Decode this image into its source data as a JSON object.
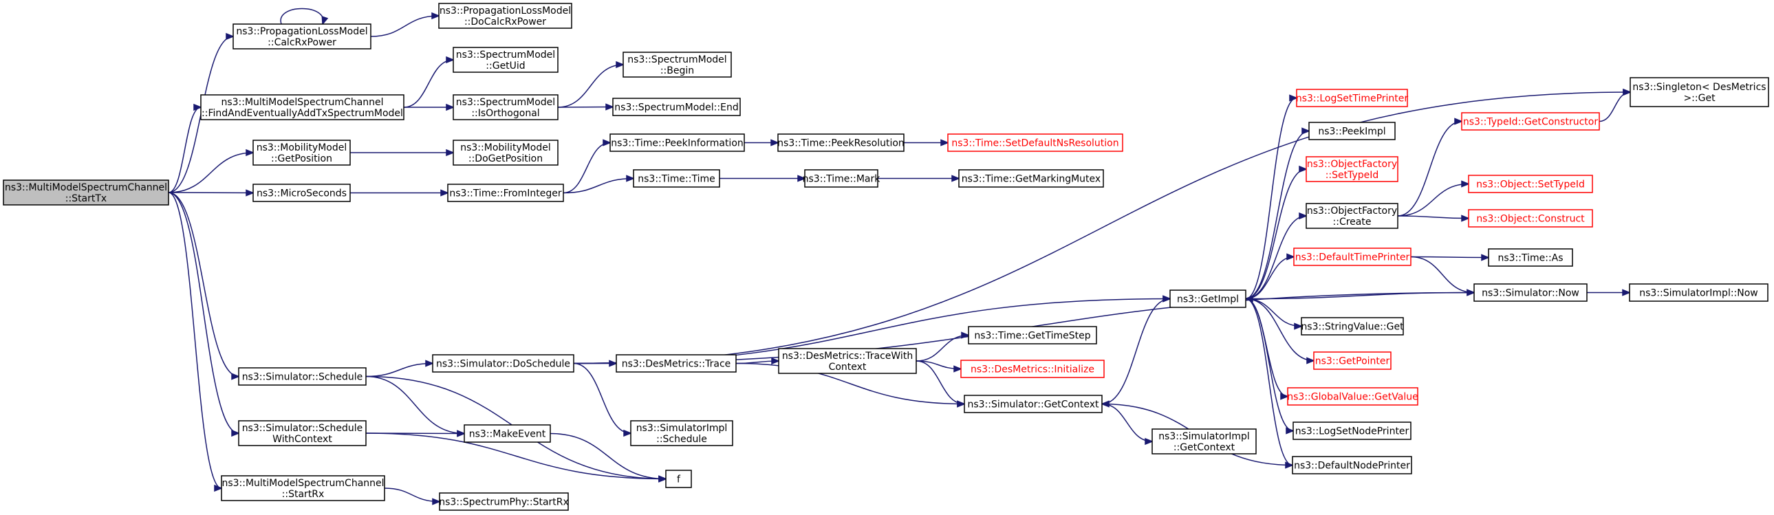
{
  "graph": {
    "kind": "call-graph",
    "nodes": [
      {
        "id": "startTx",
        "lines": [
          "ns3::MultiModelSpectrumChannel",
          "::StartTx"
        ],
        "style": "root"
      },
      {
        "id": "calcRxPower",
        "lines": [
          "ns3::PropagationLossModel",
          "::CalcRxPower"
        ],
        "style": "normal"
      },
      {
        "id": "doCalcRxPower",
        "lines": [
          "ns3::PropagationLossModel",
          "::DoCalcRxPower"
        ],
        "style": "normal"
      },
      {
        "id": "findAndAdd",
        "lines": [
          "ns3::MultiModelSpectrumChannel",
          "::FindAndEventuallyAddTxSpectrumModel"
        ],
        "style": "normal"
      },
      {
        "id": "getUid",
        "lines": [
          "ns3::SpectrumModel",
          "::GetUid"
        ],
        "style": "normal"
      },
      {
        "id": "isOrthogonal",
        "lines": [
          "ns3::SpectrumModel",
          "::IsOrthogonal"
        ],
        "style": "normal"
      },
      {
        "id": "smBegin",
        "lines": [
          "ns3::SpectrumModel",
          "::Begin"
        ],
        "style": "normal"
      },
      {
        "id": "smEnd",
        "lines": [
          "ns3::SpectrumModel::End"
        ],
        "style": "normal"
      },
      {
        "id": "getPosition",
        "lines": [
          "ns3::MobilityModel",
          "::GetPosition"
        ],
        "style": "normal"
      },
      {
        "id": "doGetPosition",
        "lines": [
          "ns3::MobilityModel",
          "::DoGetPosition"
        ],
        "style": "normal"
      },
      {
        "id": "microSeconds",
        "lines": [
          "ns3::MicroSeconds"
        ],
        "style": "normal"
      },
      {
        "id": "fromInteger",
        "lines": [
          "ns3::Time::FromInteger"
        ],
        "style": "normal"
      },
      {
        "id": "peekInformation",
        "lines": [
          "ns3::Time::PeekInformation"
        ],
        "style": "normal"
      },
      {
        "id": "peekResolution",
        "lines": [
          "ns3::Time::PeekResolution"
        ],
        "style": "normal"
      },
      {
        "id": "setDefaultNsResolution",
        "lines": [
          "ns3::Time::SetDefaultNsResolution"
        ],
        "style": "red"
      },
      {
        "id": "timeTime",
        "lines": [
          "ns3::Time::Time"
        ],
        "style": "normal"
      },
      {
        "id": "timeMark",
        "lines": [
          "ns3::Time::Mark"
        ],
        "style": "normal"
      },
      {
        "id": "getMarkingMutex",
        "lines": [
          "ns3::Time::GetMarkingMutex"
        ],
        "style": "normal"
      },
      {
        "id": "schedule",
        "lines": [
          "ns3::Simulator::Schedule"
        ],
        "style": "normal"
      },
      {
        "id": "doSchedule",
        "lines": [
          "ns3::Simulator::DoSchedule"
        ],
        "style": "normal"
      },
      {
        "id": "desTrace",
        "lines": [
          "ns3::DesMetrics::Trace"
        ],
        "style": "normal"
      },
      {
        "id": "traceWithContext",
        "lines": [
          "ns3::DesMetrics::TraceWith",
          "Context"
        ],
        "style": "normal"
      },
      {
        "id": "getTimeStep",
        "lines": [
          "ns3::Time::GetTimeStep"
        ],
        "style": "normal"
      },
      {
        "id": "desInitialize",
        "lines": [
          "ns3::DesMetrics::Initialize"
        ],
        "style": "red"
      },
      {
        "id": "getContext",
        "lines": [
          "ns3::Simulator::GetContext"
        ],
        "style": "normal"
      },
      {
        "id": "implGetContext",
        "lines": [
          "ns3::SimulatorImpl",
          "::GetContext"
        ],
        "style": "normal"
      },
      {
        "id": "implSchedule",
        "lines": [
          "ns3::SimulatorImpl",
          "::Schedule"
        ],
        "style": "normal"
      },
      {
        "id": "scheduleWithContext",
        "lines": [
          "ns3::Simulator::Schedule",
          "WithContext"
        ],
        "style": "normal"
      },
      {
        "id": "makeEvent",
        "lines": [
          "ns3::MakeEvent"
        ],
        "style": "normal"
      },
      {
        "id": "f",
        "lines": [
          "f"
        ],
        "style": "normal"
      },
      {
        "id": "startRx",
        "lines": [
          "ns3::MultiModelSpectrumChannel",
          "::StartRx"
        ],
        "style": "normal"
      },
      {
        "id": "phyStartRx",
        "lines": [
          "ns3::SpectrumPhy::StartRx"
        ],
        "style": "normal"
      },
      {
        "id": "getImpl",
        "lines": [
          "ns3::GetImpl"
        ],
        "style": "normal"
      },
      {
        "id": "logSetTimePrinter",
        "lines": [
          "ns3::LogSetTimePrinter"
        ],
        "style": "red"
      },
      {
        "id": "peekImpl",
        "lines": [
          "ns3::PeekImpl"
        ],
        "style": "normal"
      },
      {
        "id": "ofSetTypeId",
        "lines": [
          "ns3::ObjectFactory",
          "::SetTypeId"
        ],
        "style": "red"
      },
      {
        "id": "ofCreate",
        "lines": [
          "ns3::ObjectFactory",
          "::Create"
        ],
        "style": "normal"
      },
      {
        "id": "defaultTimePrinter",
        "lines": [
          "ns3::DefaultTimePrinter"
        ],
        "style": "red"
      },
      {
        "id": "stringValueGet",
        "lines": [
          "ns3::StringValue::Get"
        ],
        "style": "normal"
      },
      {
        "id": "getPointer",
        "lines": [
          "ns3::GetPointer"
        ],
        "style": "red"
      },
      {
        "id": "globalValueGet",
        "lines": [
          "ns3::GlobalValue::GetValue"
        ],
        "style": "red"
      },
      {
        "id": "logSetNodePrinter",
        "lines": [
          "ns3::LogSetNodePrinter"
        ],
        "style": "normal"
      },
      {
        "id": "defaultNodePrinter",
        "lines": [
          "ns3::DefaultNodePrinter"
        ],
        "style": "normal"
      },
      {
        "id": "getConstructor",
        "lines": [
          "ns3::TypeId::GetConstructor"
        ],
        "style": "red"
      },
      {
        "id": "objSetTypeId",
        "lines": [
          "ns3::Object::SetTypeId"
        ],
        "style": "red"
      },
      {
        "id": "objConstruct",
        "lines": [
          "ns3::Object::Construct"
        ],
        "style": "red"
      },
      {
        "id": "singletonGet",
        "lines": [
          "ns3::Singleton< DesMetrics",
          " >::Get"
        ],
        "style": "normal"
      },
      {
        "id": "timeAs",
        "lines": [
          "ns3::Time::As"
        ],
        "style": "normal"
      },
      {
        "id": "simNow",
        "lines": [
          "ns3::Simulator::Now"
        ],
        "style": "normal"
      },
      {
        "id": "implNow",
        "lines": [
          "ns3::SimulatorImpl::Now"
        ],
        "style": "normal"
      }
    ],
    "edges": [
      [
        "startTx",
        "calcRxPower"
      ],
      [
        "calcRxPower",
        "calcRxPower"
      ],
      [
        "calcRxPower",
        "doCalcRxPower"
      ],
      [
        "startTx",
        "findAndAdd"
      ],
      [
        "findAndAdd",
        "getUid"
      ],
      [
        "findAndAdd",
        "isOrthogonal"
      ],
      [
        "isOrthogonal",
        "smBegin"
      ],
      [
        "isOrthogonal",
        "smEnd"
      ],
      [
        "startTx",
        "getPosition"
      ],
      [
        "getPosition",
        "doGetPosition"
      ],
      [
        "startTx",
        "microSeconds"
      ],
      [
        "microSeconds",
        "fromInteger"
      ],
      [
        "fromInteger",
        "peekInformation"
      ],
      [
        "fromInteger",
        "timeTime"
      ],
      [
        "peekInformation",
        "peekResolution"
      ],
      [
        "peekResolution",
        "setDefaultNsResolution"
      ],
      [
        "timeTime",
        "timeMark"
      ],
      [
        "timeMark",
        "getMarkingMutex"
      ],
      [
        "startTx",
        "schedule"
      ],
      [
        "startTx",
        "scheduleWithContext"
      ],
      [
        "startTx",
        "startRx"
      ],
      [
        "schedule",
        "doSchedule"
      ],
      [
        "schedule",
        "makeEvent"
      ],
      [
        "schedule",
        "f"
      ],
      [
        "scheduleWithContext",
        "makeEvent"
      ],
      [
        "scheduleWithContext",
        "f"
      ],
      [
        "makeEvent",
        "f"
      ],
      [
        "doSchedule",
        "singletonGet"
      ],
      [
        "doSchedule",
        "getImpl"
      ],
      [
        "doSchedule",
        "desTrace"
      ],
      [
        "doSchedule",
        "implSchedule"
      ],
      [
        "doSchedule",
        "simNow"
      ],
      [
        "desTrace",
        "traceWithContext"
      ],
      [
        "desTrace",
        "getContext"
      ],
      [
        "traceWithContext",
        "getTimeStep"
      ],
      [
        "traceWithContext",
        "desInitialize"
      ],
      [
        "traceWithContext",
        "getContext"
      ],
      [
        "getContext",
        "getImpl"
      ],
      [
        "getContext",
        "implGetContext"
      ],
      [
        "getImpl",
        "logSetTimePrinter"
      ],
      [
        "getImpl",
        "peekImpl"
      ],
      [
        "getImpl",
        "ofSetTypeId"
      ],
      [
        "getImpl",
        "ofCreate"
      ],
      [
        "getImpl",
        "defaultTimePrinter"
      ],
      [
        "getImpl",
        "stringValueGet"
      ],
      [
        "getImpl",
        "getPointer"
      ],
      [
        "getImpl",
        "globalValueGet"
      ],
      [
        "getImpl",
        "logSetNodePrinter"
      ],
      [
        "getImpl",
        "defaultNodePrinter"
      ],
      [
        "ofCreate",
        "getConstructor"
      ],
      [
        "ofCreate",
        "objSetTypeId"
      ],
      [
        "ofCreate",
        "objConstruct"
      ],
      [
        "getConstructor",
        "singletonGet"
      ],
      [
        "defaultTimePrinter",
        "timeAs"
      ],
      [
        "defaultTimePrinter",
        "simNow"
      ],
      [
        "simNow",
        "getImpl"
      ],
      [
        "simNow",
        "implNow"
      ],
      [
        "defaultNodePrinter",
        "getContext"
      ],
      [
        "startRx",
        "phyStartRx"
      ]
    ]
  },
  "colors": {
    "edge": "#191970",
    "root_fill": "#bfbfbf",
    "node_fill": "#ffffff",
    "node_stroke": "#000000",
    "missing_stroke": "#ff0000",
    "missing_text": "#ff0000"
  }
}
